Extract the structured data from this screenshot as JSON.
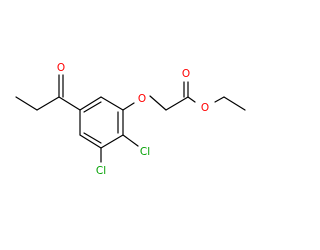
{
  "structure": {
    "atoms": [
      {
        "id": "O_ketone",
        "text": "O",
        "color": "#ff0000"
      },
      {
        "id": "O_ether",
        "text": "O",
        "color": "#ff0000"
      },
      {
        "id": "O_carbonyl",
        "text": "O",
        "color": "#ff0000"
      },
      {
        "id": "O_ester",
        "text": "O",
        "color": "#ff0000"
      },
      {
        "id": "Cl_2",
        "text": "Cl",
        "color": "#00a000"
      },
      {
        "id": "Cl_3",
        "text": "Cl",
        "color": "#00a000"
      }
    ],
    "bond_color": "#000000"
  }
}
